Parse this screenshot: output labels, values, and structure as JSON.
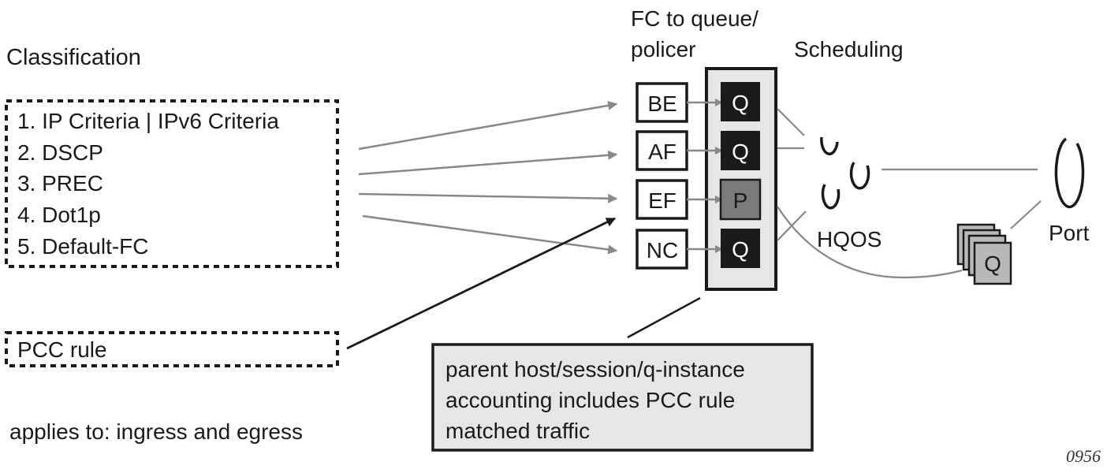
{
  "classification": {
    "title": "Classification",
    "items": [
      "1. IP Criteria | IPv6 Criteria",
      "2. DSCP",
      "3. PREC",
      "4. Dot1p",
      "5. Default-FC"
    ]
  },
  "pcc_rule": "PCC rule",
  "applies_to": "applies to: ingress and egress",
  "fc_header": {
    "line1": "FC to queue/",
    "line2": "policer"
  },
  "forwarding_classes": [
    "BE",
    "AF",
    "EF",
    "NC"
  ],
  "queues": [
    "Q",
    "Q",
    "P",
    "Q"
  ],
  "scheduling": "Scheduling",
  "hqos": "HQOS",
  "port": "Port",
  "port_queue": "Q",
  "note": {
    "line1": "parent host/session/q-instance",
    "line2": "accounting includes PCC rule",
    "line3": "matched traffic"
  },
  "figure_number": "0956",
  "colors": {
    "queue_dark": "#1a1a1a",
    "policer_grey": "#7a7a7a",
    "panel_grey": "#e6e6e6",
    "arrow_grey": "#888888"
  }
}
